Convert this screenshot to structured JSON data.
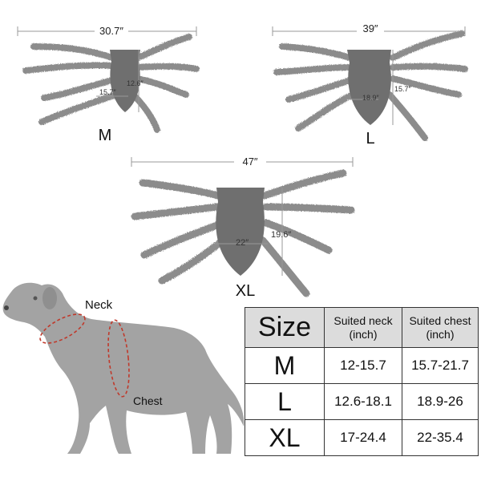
{
  "spiders": [
    {
      "size": "M",
      "width": "30.7″",
      "length": "12.6″",
      "chest": "15.7″"
    },
    {
      "size": "L",
      "width": "39″",
      "length": "15.7″",
      "chest": "18.9″"
    },
    {
      "size": "XL",
      "width": "47″",
      "length": "19.6″",
      "chest": "22″"
    }
  ],
  "dog": {
    "neck_label": "Neck",
    "chest_label": "Chest"
  },
  "table": {
    "headers": [
      "Size",
      "Suited neck\n(inch)",
      "Suited chest\n(inch)"
    ],
    "header_lines": [
      [
        "Size"
      ],
      [
        "Suited neck",
        "(inch)"
      ],
      [
        "Suited chest",
        "(inch)"
      ]
    ],
    "rows": [
      {
        "size": "M",
        "neck": "12-15.7",
        "chest": "15.7-21.7"
      },
      {
        "size": "L",
        "neck": "12.6-18.1",
        "chest": "18.9-26"
      },
      {
        "size": "XL",
        "neck": "17-24.4",
        "chest": "22-35.4"
      }
    ]
  },
  "colors": {
    "fur": "#8a8a8a",
    "body": "#6e6e6e",
    "dog": "#a0a0a0",
    "dashed": "#c0392b",
    "header_bg": "#dcdcdc"
  }
}
